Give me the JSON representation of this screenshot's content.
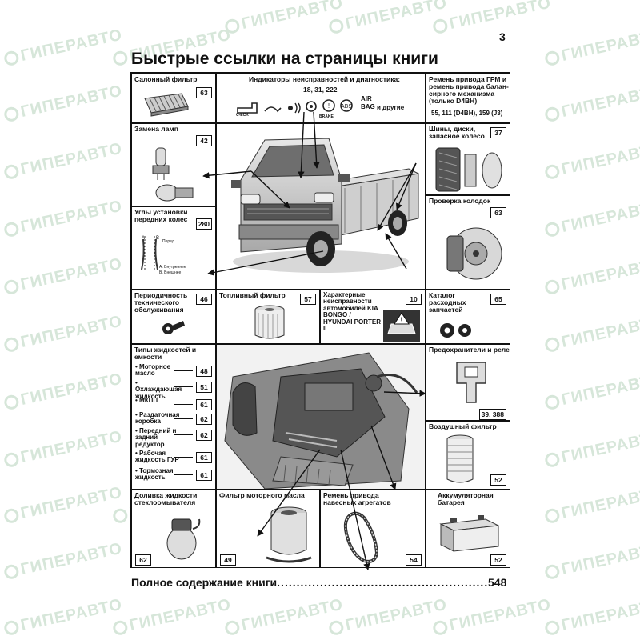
{
  "watermark": "ГИПЕРАВТО",
  "page_number": "3",
  "title": "Быстрые ссылки на страницы книги",
  "cells": {
    "cabin_filter": {
      "label": "Салонный фильтр",
      "page": "63"
    },
    "indicators": {
      "label": "Индикаторы неисправностей и диагностика:",
      "pages": "18, 31, 222",
      "icon_caption_check": "C-ECK",
      "icon_caption_brake": "BRAKE",
      "icon_caption_air": "AIR",
      "icon_caption_bag": "BAG",
      "others": "и другие"
    },
    "timing_belt": {
      "label": "Ремень привода ГРМ и ремень привода балан-сирного механизма (только D4BH)",
      "pages": "55, 111 (D4BH), 159 (J3)"
    },
    "lamps": {
      "label": "Замена ламп",
      "page": "42"
    },
    "tires": {
      "label": "Шины, диски, запасное колесо",
      "page": "37"
    },
    "brake_pads": {
      "label": "Проверка колодок",
      "page": "63"
    },
    "wheel_alignment": {
      "label": "Углы установки передних колес",
      "page": "280",
      "caption_a": "A. Внутреннее",
      "caption_b": "B. Внешнее",
      "caption_front": "Перед"
    },
    "maintenance": {
      "label": "Периодичность технического обслуживания",
      "page": "46"
    },
    "fuel_filter": {
      "label": "Топливный фильтр",
      "page": "57"
    },
    "faults": {
      "label": "Характерные неисправности автомобилей KIA BONGO / HYUNDAI PORTER II",
      "page": "10"
    },
    "consumables": {
      "label": "Каталог расходных запчастей",
      "page": "65"
    },
    "fluids": {
      "label": "Типы жидкостей и емкости",
      "items": [
        {
          "name": "Моторное масло",
          "page": "48"
        },
        {
          "name": "Охлаждающая жидкость",
          "page": "51"
        },
        {
          "name": "МКПП",
          "page": "61"
        },
        {
          "name": "Раздаточная коробка",
          "page": "62"
        },
        {
          "name": "Передний и задний редуктор",
          "page": "62"
        },
        {
          "name": "Рабочая жидкость ГУР",
          "page": "61"
        },
        {
          "name": "Тормозная жидкость",
          "page": "61"
        }
      ]
    },
    "fuses": {
      "label": "Предохранители и реле",
      "page": "39, 388"
    },
    "air_filter": {
      "label": "Воздушный фильтр",
      "page": "52"
    },
    "washer": {
      "label": "Доливка жидкости стеклоомывателя",
      "page": "62"
    },
    "oil_filter": {
      "label": "Фильтр моторного масла",
      "page": "49"
    },
    "drive_belt": {
      "label": "Ремень привода навесных агрегатов",
      "page": "54"
    },
    "battery": {
      "label": "Аккумуляторная батарея",
      "page": "52"
    }
  },
  "footer": {
    "label": "Полное содержание книги",
    "dots": "......................................................",
    "page": "548"
  }
}
